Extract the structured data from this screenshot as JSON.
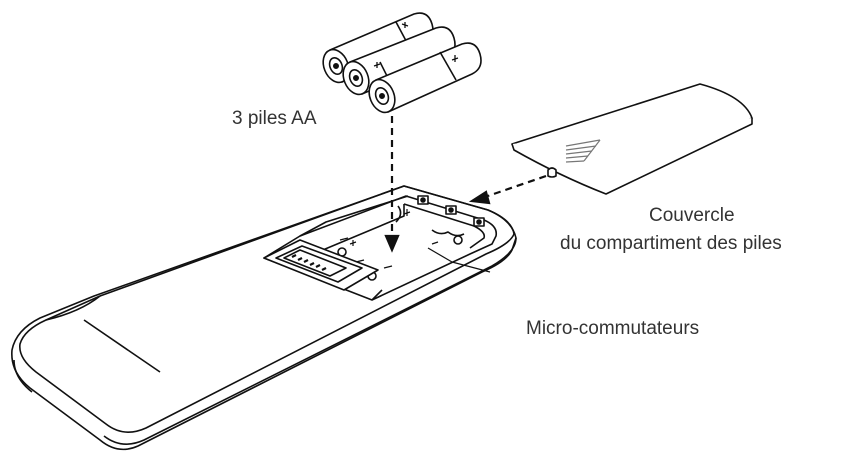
{
  "labels": {
    "batteries": "3 piles AA",
    "cover_line1": "Couvercle",
    "cover_line2": "du compartiment des piles",
    "switches": "Micro-commutateurs"
  },
  "battery_polarity_mark": "+",
  "colors": {
    "ink": "#111111",
    "label_text": "#333333",
    "background": "#ffffff"
  }
}
